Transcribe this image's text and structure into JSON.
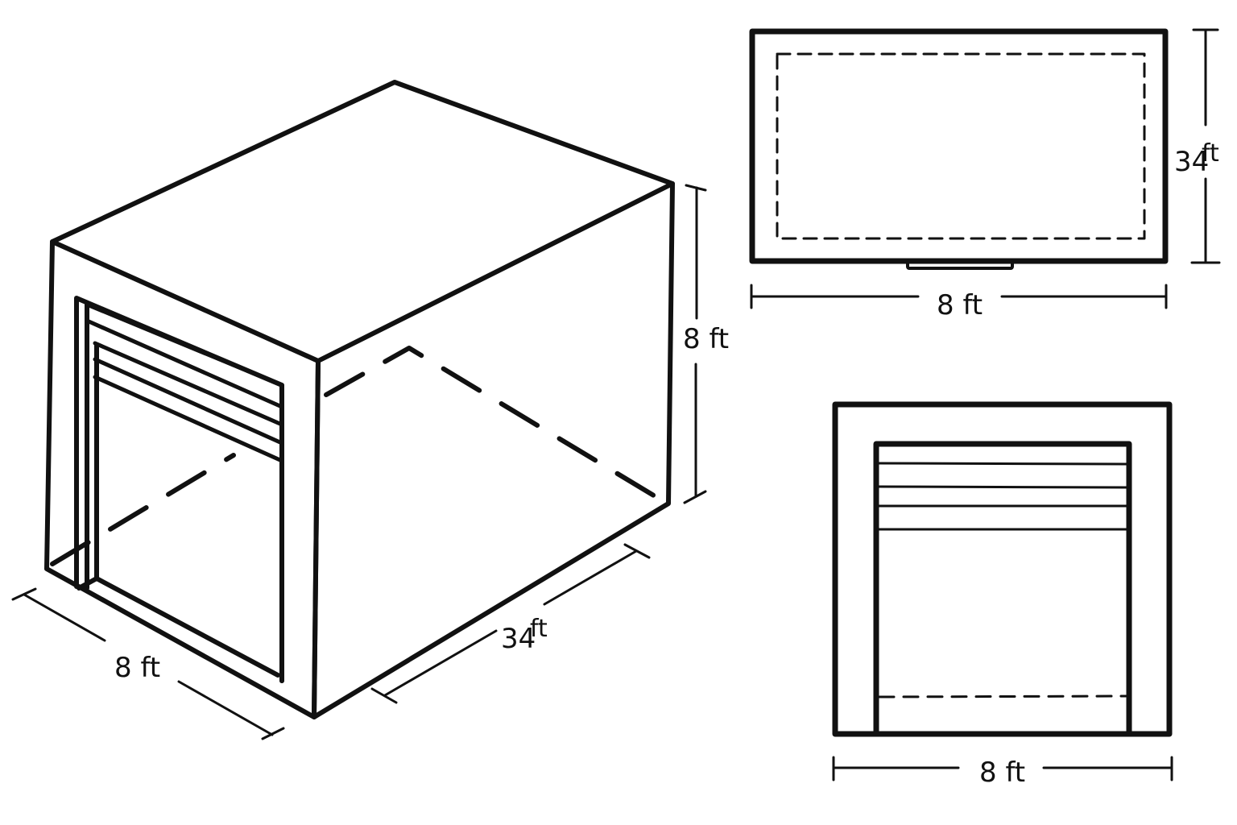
{
  "diagram": {
    "subject": "storage container",
    "line_color": "#111111",
    "background": "#ffffff",
    "isometric_view": {
      "height_label": "8 ft",
      "width_label": "8 ft",
      "length_label_num": "34",
      "length_label_unit": "ft"
    },
    "top_view": {
      "length_label_num": "34",
      "length_label_unit": "ft",
      "width_label": "8 ft"
    },
    "front_view": {
      "width_label": "8 ft"
    }
  }
}
